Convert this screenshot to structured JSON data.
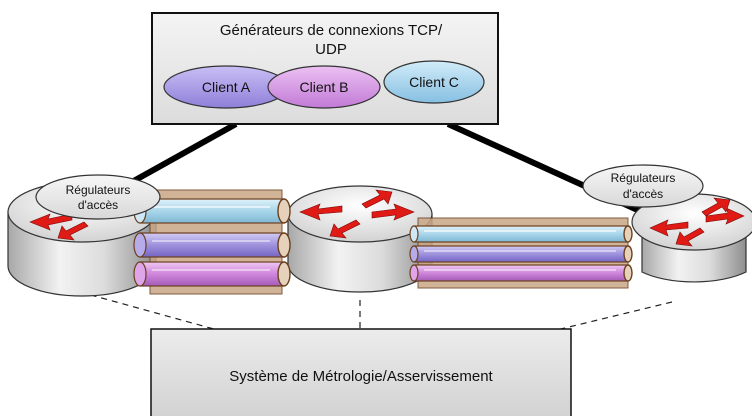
{
  "generators": {
    "title_line1": "Générateurs de connexions TCP/",
    "title_line2": "UDP",
    "clients": [
      "Client A",
      "Client B",
      "Client C"
    ]
  },
  "access_regulators": {
    "left_line1": "Régulateurs",
    "left_line2": "d'accès",
    "right_line1": "Régulateurs",
    "right_line2": "d'accès"
  },
  "metrology": {
    "label": "Système de Métrologie/Asservissement"
  },
  "colors": {
    "client_a": "#a99ae8",
    "client_b": "#d79be6",
    "client_c": "#a9d4ef",
    "pipe_blue": "#a9d6ea",
    "pipe_purple": "#9f92dc",
    "pipe_pink": "#cf86db",
    "pipe_outline": "#6b3f1e",
    "arrow": "#e01a14"
  }
}
